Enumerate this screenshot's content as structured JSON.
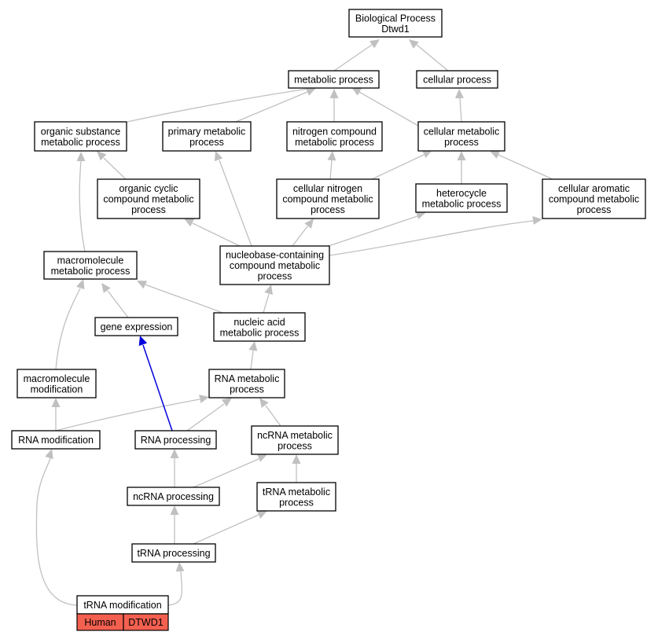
{
  "graph": {
    "nodes": {
      "bp": [
        "Biological Process",
        "Dtwd1"
      ],
      "met": [
        "metabolic process"
      ],
      "cell": [
        "cellular process"
      ],
      "org": [
        "organic substance",
        "metabolic process"
      ],
      "prim": [
        "primary metabolic",
        "process"
      ],
      "nitro": [
        "nitrogen compound",
        "metabolic process"
      ],
      "cmet": [
        "cellular metabolic",
        "process"
      ],
      "occ": [
        "organic cyclic",
        "compound metabolic",
        "process"
      ],
      "cnit": [
        "cellular nitrogen",
        "compound metabolic",
        "process"
      ],
      "het": [
        "heterocycle",
        "metabolic process"
      ],
      "arom": [
        "cellular aromatic",
        "compound metabolic",
        "process"
      ],
      "macro": [
        "macromolecule",
        "metabolic process"
      ],
      "nucb": [
        "nucleobase-containing",
        "compound metabolic",
        "process"
      ],
      "gene": [
        "gene expression"
      ],
      "nuca": [
        "nucleic acid",
        "metabolic process"
      ],
      "mmod": [
        "macromolecule",
        "modification"
      ],
      "rnam": [
        "RNA metabolic",
        "process"
      ],
      "rnamod": [
        "RNA modification"
      ],
      "rnap": [
        "RNA processing"
      ],
      "ncrm": [
        "ncRNA metabolic",
        "process"
      ],
      "ncrp": [
        "ncRNA processing"
      ],
      "trnam": [
        "tRNA metabolic",
        "process"
      ],
      "trnap": [
        "tRNA processing"
      ],
      "trnamod": [
        "tRNA modification"
      ]
    },
    "annotation": {
      "species": "Human",
      "gene": "DTWD1",
      "color": "#f46050"
    },
    "colors": {
      "edge": "#c0c0c0",
      "highlight_edge": "#0000dd"
    }
  }
}
